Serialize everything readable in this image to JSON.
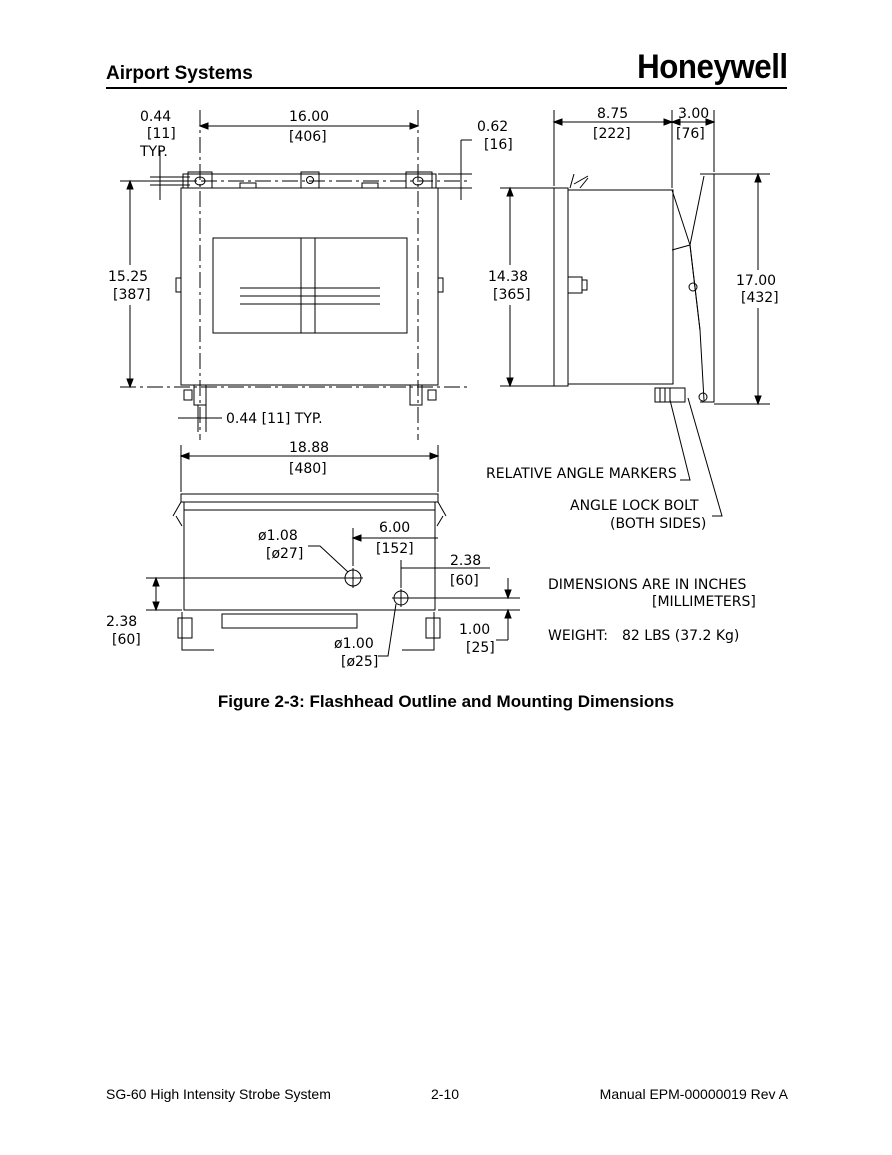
{
  "header": {
    "section_title": "Airport Systems",
    "logo_text": "Honeywell"
  },
  "figure": {
    "caption": "Figure 2-3: Flashhead Outline and Mounting Dimensions",
    "labels": {
      "tab_width": "0.44",
      "tab_width_mm": "[11]",
      "tab_typ": "TYP.",
      "mount_span": "16.00",
      "mount_span_mm": "[406]",
      "top_offset": "0.62",
      "top_offset_mm": "[16]",
      "side_depth": "8.75",
      "side_depth_mm": "[222]",
      "bracket_depth": "3.00",
      "bracket_depth_mm": "[76]",
      "front_height": "15.25",
      "front_height_mm": "[387]",
      "body_height": "14.38",
      "body_height_mm": "[365]",
      "overall_height": "17.00",
      "overall_height_mm": "[432]",
      "bottom_tab": "0.44 [11] TYP.",
      "overall_width": "18.88",
      "overall_width_mm": "[480]",
      "relative_angle_markers": "RELATIVE ANGLE MARKERS",
      "angle_lock_bolt": "ANGLE LOCK BOLT",
      "both_sides": "(BOTH SIDES)",
      "hole1_dia": "ø1.08",
      "hole1_dia_mm": "[ø27]",
      "hole_spacing": "6.00",
      "hole_spacing_mm": "[152]",
      "hole2_offset": "2.38",
      "hole2_offset_mm": "[60]",
      "hole1_height": "2.38",
      "hole1_height_mm": "[60]",
      "hole2_dia": "ø1.00",
      "hole2_dia_mm": "[ø25]",
      "hole2_height": "1.00",
      "hole2_height_mm": "[25]",
      "units_note_1": "DIMENSIONS ARE IN INCHES",
      "units_note_2": "[MILLIMETERS]",
      "weight_label": "WEIGHT:",
      "weight_value": "82 LBS (37.2 Kg)"
    }
  },
  "footer": {
    "left": "SG-60 High Intensity Strobe System",
    "center": "2-10",
    "right": "Manual EPM-00000019 Rev A"
  }
}
